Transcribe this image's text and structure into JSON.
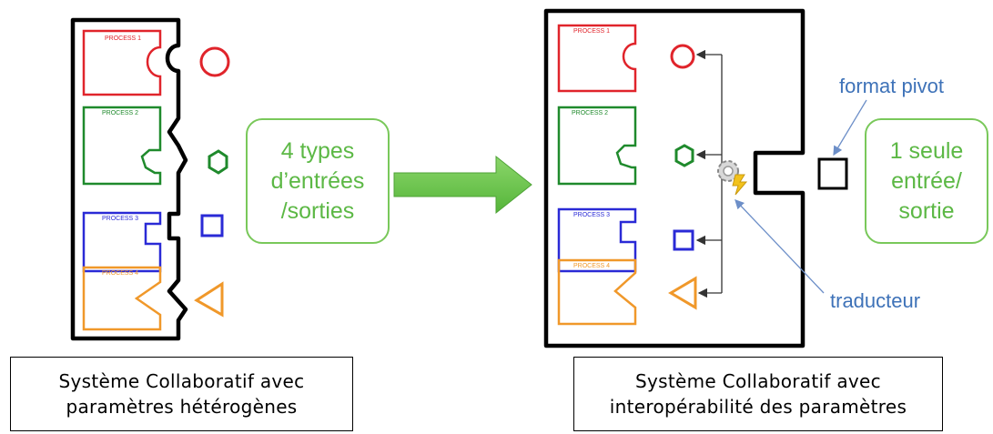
{
  "left_panel": {
    "processes": [
      {
        "label": "PROCESS 1",
        "color": "#e0242b",
        "port": "circle"
      },
      {
        "label": "PROCESS 2",
        "color": "#1f8a2c",
        "port": "hexagon"
      },
      {
        "label": "PROCESS 3",
        "color": "#2a2ad6",
        "port": "square"
      },
      {
        "label": "PROCESS 4",
        "color": "#f0982a",
        "port": "triangle"
      }
    ],
    "callout_lines": [
      "4 types",
      "d’entrées",
      "/sorties"
    ],
    "caption_lines": [
      "Système  Collaboratif avec",
      "paramètres  hétérogènes"
    ]
  },
  "right_panel": {
    "processes": [
      {
        "label": "PROCESS 1",
        "color": "#e0242b",
        "port": "circle"
      },
      {
        "label": "PROCESS 2",
        "color": "#1f8a2c",
        "port": "hexagon"
      },
      {
        "label": "PROCESS 3",
        "color": "#2a2ad6",
        "port": "square"
      },
      {
        "label": "PROCESS 4",
        "color": "#f0982a",
        "port": "triangle"
      }
    ],
    "callout_lines": [
      "1 seule",
      "entrée/",
      "sortie"
    ],
    "caption_lines": [
      "Système  Collaboratif avec",
      "interopérabilité des paramètres"
    ],
    "annotation_pivot": "format pivot",
    "annotation_translator": "traducteur"
  },
  "colors": {
    "callout": "#5cb845",
    "arrow": "#6cc24a",
    "annotation": "#3e72b8"
  },
  "icons": [
    "gear-icon",
    "lightning-icon"
  ]
}
